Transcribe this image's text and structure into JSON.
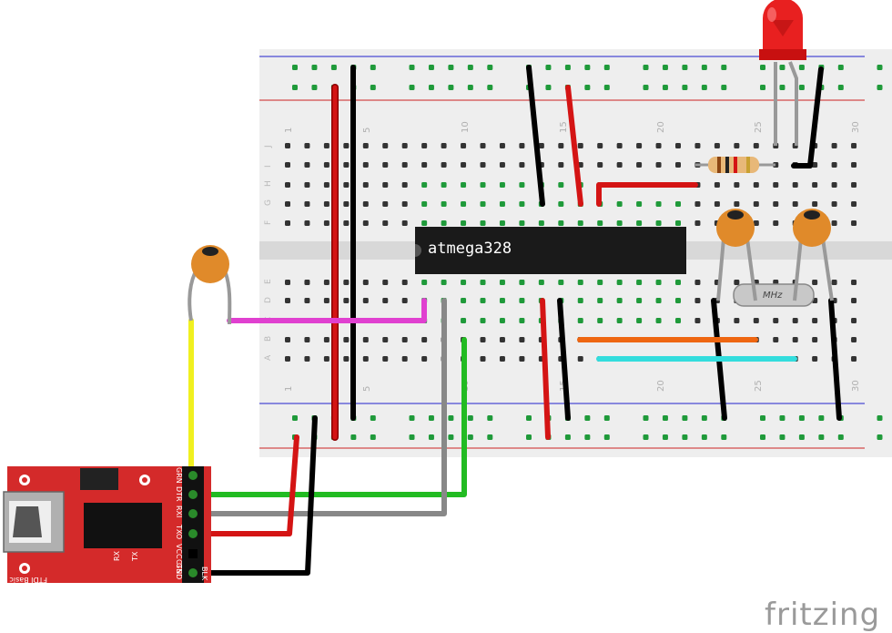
{
  "chip": {
    "label": "atmega328"
  },
  "crystal": {
    "label": "MHz"
  },
  "ftdi": {
    "board_label": "FTDI Basic",
    "led_labels": [
      "TX",
      "RX"
    ],
    "pin_labels": [
      "GRN",
      "DTR",
      "RXI",
      "TXO",
      "VCC",
      "CTS",
      "GND",
      "BLK"
    ]
  },
  "breadboard": {
    "row_letters_top": [
      "J",
      "I",
      "H",
      "G",
      "F"
    ],
    "row_letters_bottom": [
      "E",
      "D",
      "C",
      "B",
      "A"
    ],
    "column_numbers": [
      "1",
      "5",
      "10",
      "15",
      "20",
      "25",
      "30"
    ]
  },
  "brand": {
    "name": "fritzing"
  },
  "colors": {
    "breadboard": "#eeeeee",
    "rail_red": "#cc2222",
    "rail_blue": "#2222cc",
    "wire_red": "#cc1111",
    "wire_black": "#111111",
    "wire_green": "#22bb22",
    "wire_gray": "#888888",
    "wire_yellow": "#f0f020",
    "wire_magenta": "#e040d0",
    "wire_orange": "#ee6611",
    "wire_cyan": "#33dddd",
    "ftdi_board": "#d42a2a",
    "capacitor": "#e08a2a",
    "led": "#e82020"
  }
}
